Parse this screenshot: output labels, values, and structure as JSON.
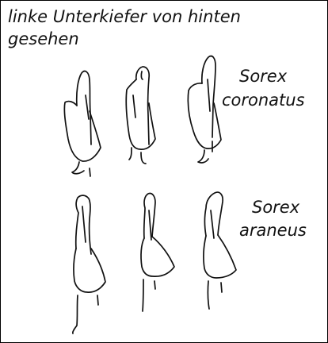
{
  "caption": {
    "line1": "linke Unterkiefer von hinten",
    "line2": "gesehen"
  },
  "species": {
    "coronatus": {
      "genus": "Sorex",
      "epithet": "coronatus",
      "specimen_count": 3
    },
    "araneus": {
      "genus": "Sorex",
      "epithet": "araneus",
      "specimen_count": 3
    }
  },
  "colors": {
    "ink": "#111111",
    "background": "#ffffff"
  }
}
